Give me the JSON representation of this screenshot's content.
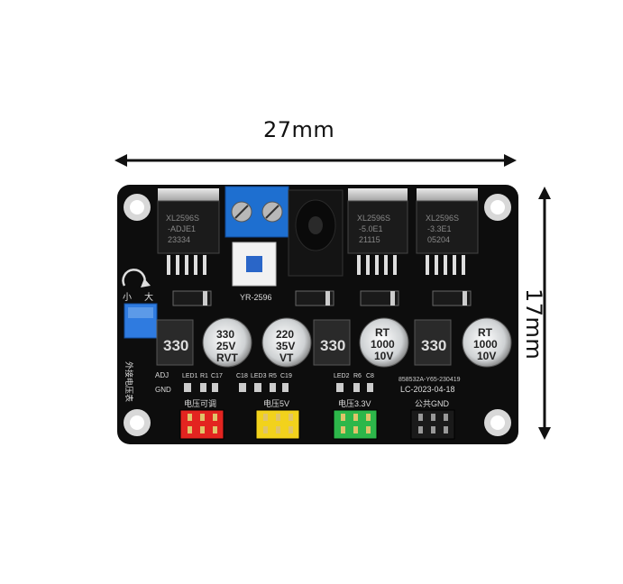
{
  "dimensions": {
    "width_label": "27mm",
    "height_label": "17mm"
  },
  "board": {
    "model": "YR-2596",
    "chip1_lines": [
      "XL2596S",
      "-ADJE1",
      "23334"
    ],
    "chip2_lines": [
      "XL2596S",
      "-5.0E1",
      "21115"
    ],
    "chip3_lines": [
      "XL2596S",
      "-3.3E1",
      "05204"
    ],
    "inductor_label": "330",
    "cap1_lines": [
      "330",
      "25V",
      "RVT"
    ],
    "cap2_lines": [
      "220",
      "35V",
      "VT"
    ],
    "cap3_lines": [
      "RT",
      "1000",
      "10V"
    ],
    "cap4_lines": [
      "RT",
      "1000",
      "10V"
    ],
    "knob_small": "小",
    "knob_big": "大",
    "side_label": "外接电压表",
    "adj_label": "ADJ",
    "gnd_label": "GND",
    "row1_labels": [
      "LED1",
      "R1",
      "C17",
      "C18",
      "LED3",
      "R5",
      "C19",
      "LED2",
      "R6",
      "C8"
    ],
    "serial": "858532A-Y65-230419",
    "date_code": "LC-2023-04-18",
    "header_labels": [
      "电压可调",
      "电压5V",
      "电压3.3V",
      "公共GND"
    ],
    "header_colors": [
      "#e32420",
      "#f2d21c",
      "#2db74a",
      "#1a1a1a"
    ]
  }
}
